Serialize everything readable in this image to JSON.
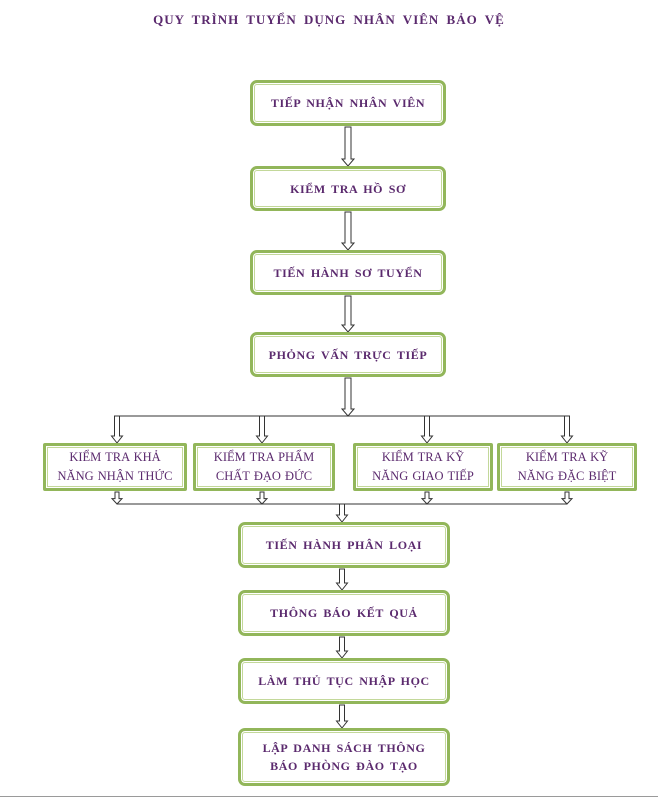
{
  "title": "QUY TRÌNH TUYỂN DỤNG NHÂN VIÊN BẢO VỆ",
  "steps": {
    "receive": "TIẾP NHẬN NHÂN VIÊN",
    "check_docs": "KIỂM TRA HỒ SƠ",
    "preliminary": "TIẾN HÀNH SƠ TUYỂN",
    "interview": "PHỎNG VẤN TRỰC TIẾP",
    "classify": "TIẾN HÀNH PHÂN LOẠI",
    "notify": "THÔNG BÁO KẾT QUẢ",
    "enroll": "LÀM THỦ TỤC NHẬP HỌC",
    "final_line1": "LẬP DANH SÁCH THÔNG",
    "final_line2": "BÁO PHÒNG ĐÀO TẠO"
  },
  "checks": [
    {
      "line1": "KIỂM TRA KHẢ",
      "line2": "NĂNG NHẬN THỨC"
    },
    {
      "line1": "KIỂM TRA PHẨM",
      "line2": "CHẤT ĐẠO ĐỨC"
    },
    {
      "line1": "KIỂM TRA KỸ",
      "line2": "NĂNG GIAO TIẾP"
    },
    {
      "line1": "KIỂM TRA KỸ",
      "line2": "NĂNG ĐẶC BIỆT"
    }
  ],
  "colors": {
    "box_border": "#92b65a",
    "text": "#5b2a6e",
    "connector": "#333333"
  }
}
